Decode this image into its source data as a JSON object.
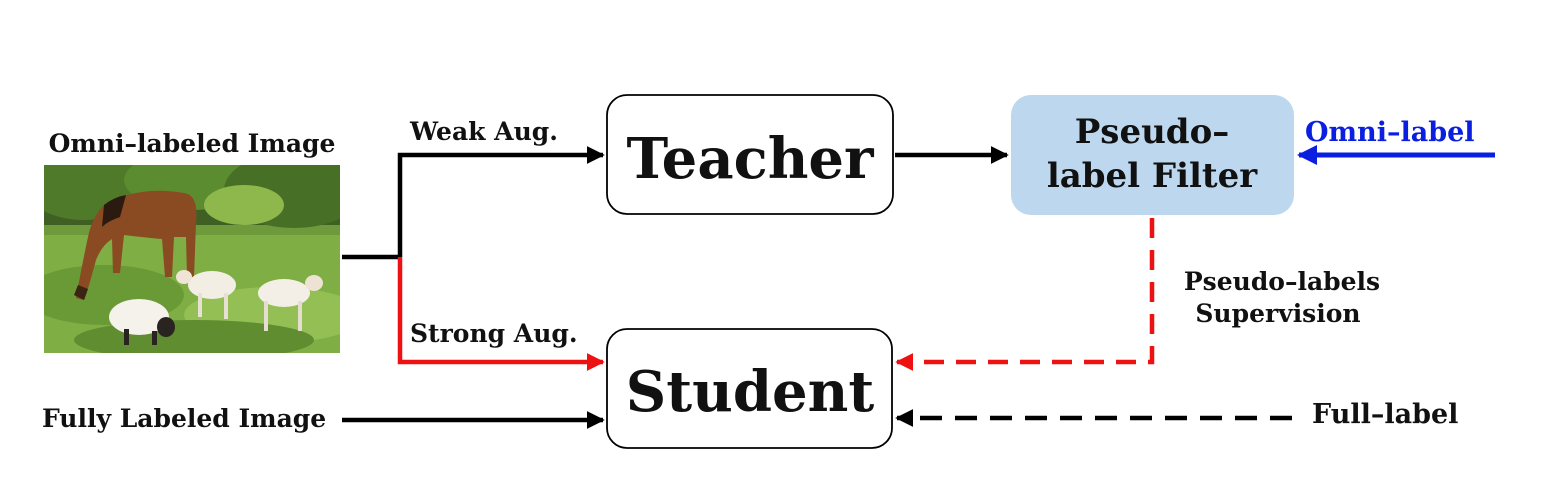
{
  "labels": {
    "omni_image_caption": "Omni–labeled Image",
    "weak_aug": "Weak Aug.",
    "strong_aug": "Strong Aug.",
    "fully_labeled_image": "Fully Labeled Image",
    "omni_label": "Omni–label",
    "pseudo_labels_line1": "Pseudo–labels",
    "pseudo_labels_line2": "Supervision",
    "full_label": "Full–label"
  },
  "nodes": {
    "teacher": "Teacher",
    "student": "Student",
    "filter_line1": "Pseudo–",
    "filter_line2": "label Filter"
  },
  "image": {
    "subject": "horse and lambs grazing on grass"
  },
  "colors": {
    "filter_fill": "#bcd7ee",
    "strong_path": "#ee1111",
    "omni_label": "#0a1fe0",
    "default_stroke": "#000000"
  }
}
